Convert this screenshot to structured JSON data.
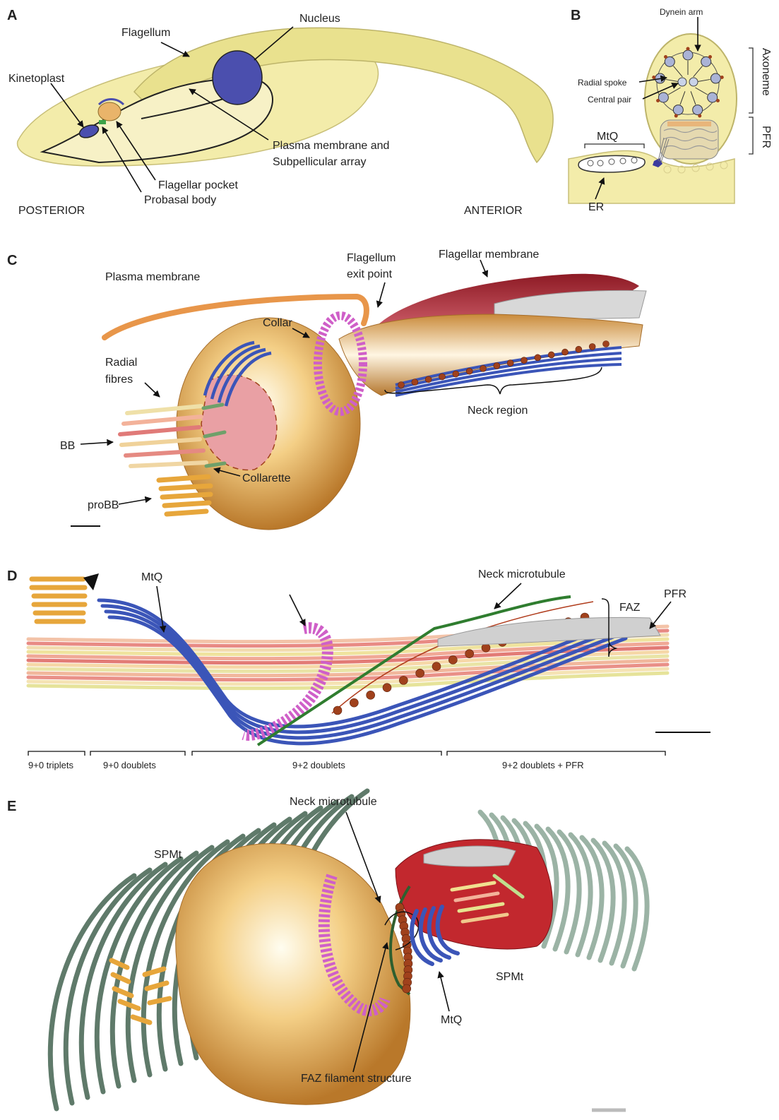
{
  "panels": {
    "a": {
      "letter": "A",
      "flagellum": "Flagellum",
      "nucleus": "Nucleus",
      "kinetoplast": "Kinetoplast",
      "plasma_membrane": "Plasma membrane and",
      "subpellicular": "Subpellicular array",
      "flagellar_pocket": "Flagellar pocket",
      "probasal_body": "Probasal body",
      "posterior": "POSTERIOR",
      "anterior": "ANTERIOR"
    },
    "b": {
      "letter": "B",
      "dynein_arm": "Dynein arm",
      "radial_spoke": "Radial spoke",
      "central_pair": "Central pair",
      "axoneme": "Axoneme",
      "pfr": "PFR",
      "mtq": "MtQ",
      "er": "ER"
    },
    "c": {
      "letter": "C",
      "plasma_membrane": "Plasma membrane",
      "flagellum_exit_1": "Flagellum",
      "flagellum_exit_2": "exit point",
      "flagellar_membrane": "Flagellar membrane",
      "collar": "Collar",
      "radial_fibres_1": "Radial",
      "radial_fibres_2": "fibres",
      "bb": "BB",
      "collarette": "Collarette",
      "probb": "proBB",
      "neck_region": "Neck region"
    },
    "d": {
      "letter": "D",
      "mtq": "MtQ",
      "neck_microtubule": "Neck microtubule",
      "faz": "FAZ",
      "pfr": "PFR",
      "seg1": "9+0 triplets",
      "seg2": "9+0 doublets",
      "seg3": "9+2 doublets",
      "seg4": "9+2 doublets + PFR"
    },
    "e": {
      "letter": "E",
      "neck_microtubule": "Neck microtubule",
      "spmt_top": "SPMt",
      "spmt_right": "SPMt",
      "mtq": "MtQ",
      "faz_filament": "FAZ filament structure"
    }
  },
  "colors": {
    "cell_body": "#f3ecaa",
    "cell_outline": "#c8bf78",
    "nucleus": "#4b4fae",
    "pocket_orange": "#e9b46a",
    "basal_gold": "#e7a63b",
    "mtq_blue": "#3b55b8",
    "collar_pink": "#cf5fc8",
    "membrane_red": "#a5232f",
    "plasma_orange": "#e8964a",
    "pfr_grey": "#c9c9c9",
    "spmt_green": "#6f8a78",
    "faz_brown": "#a0411c",
    "neck_green": "#2f7d2f"
  }
}
